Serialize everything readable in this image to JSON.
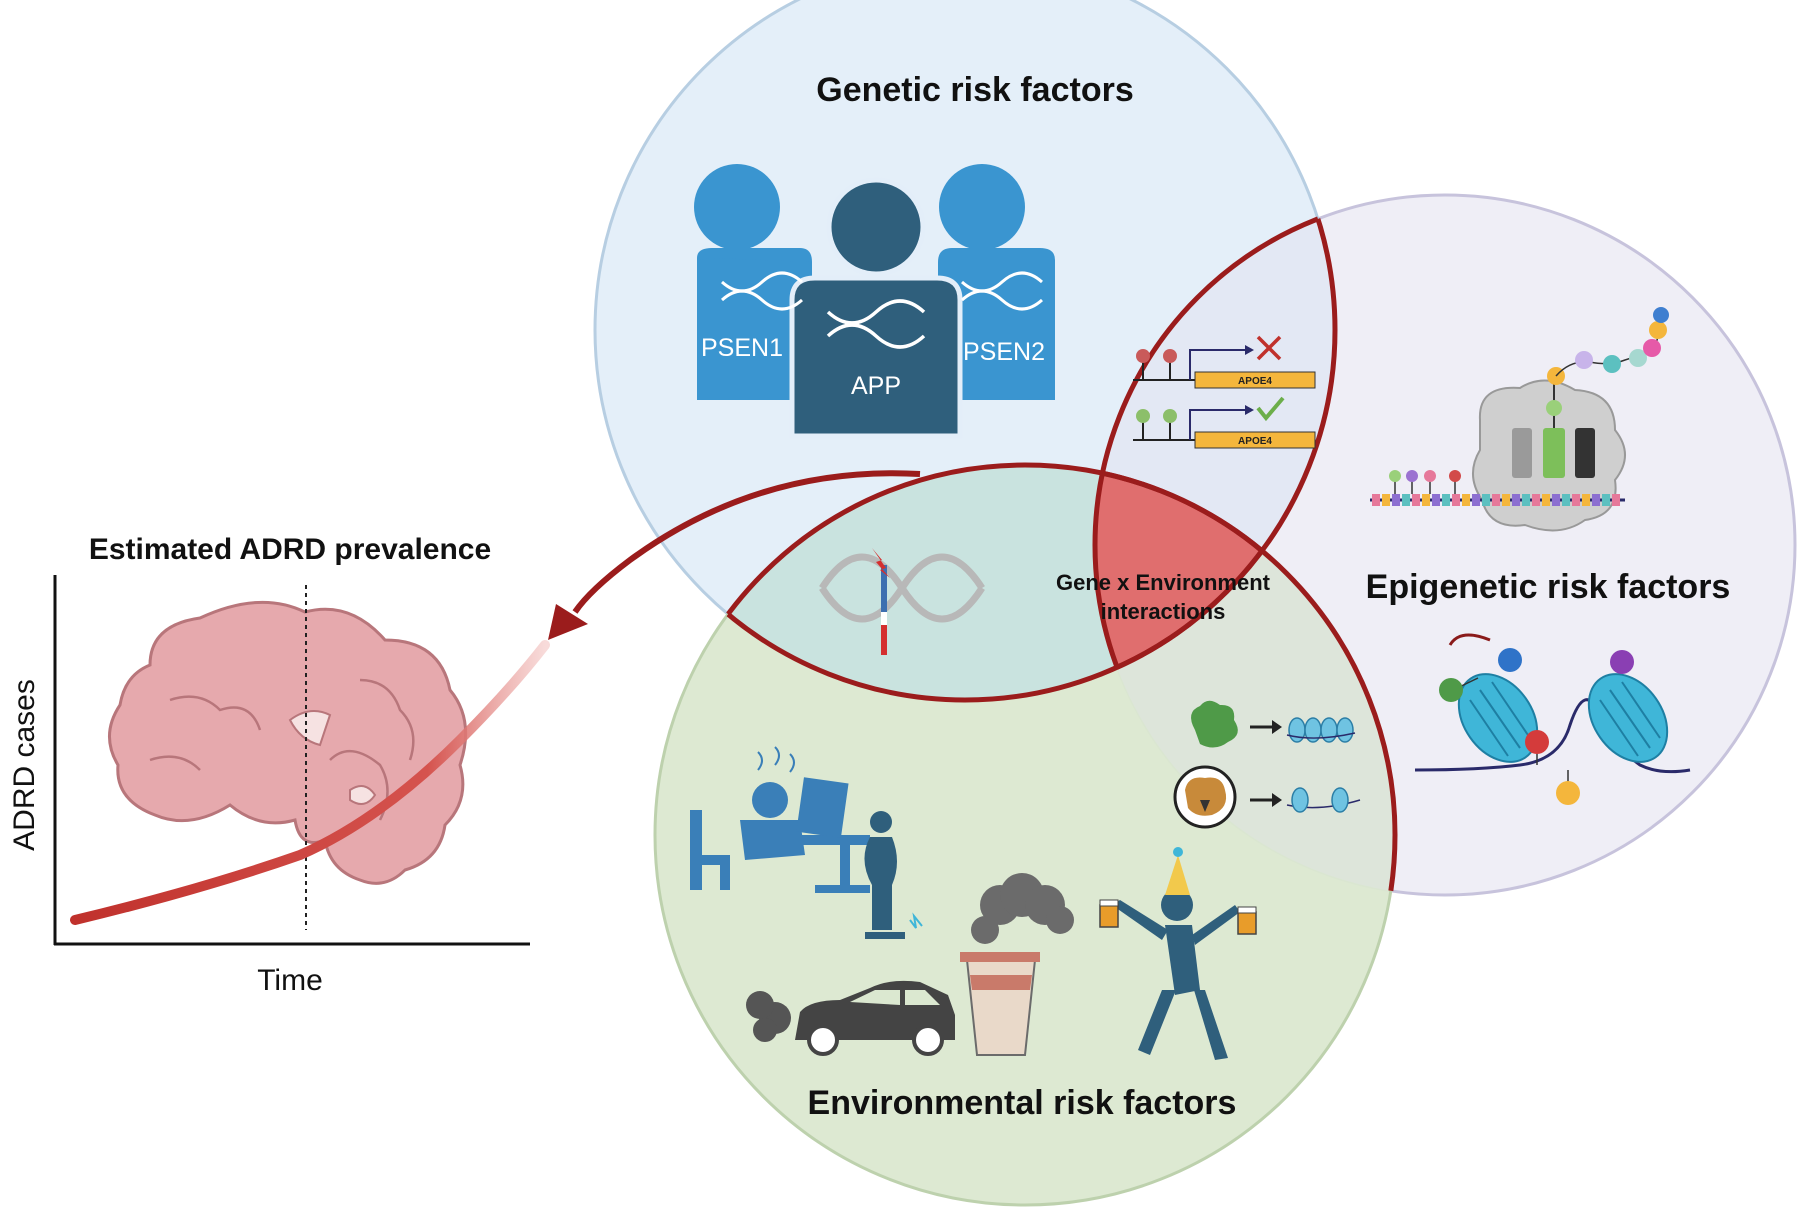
{
  "sets": {
    "genetic": {
      "title": "Genetic risk factors",
      "color": "#e3eef9"
    },
    "epigenetic": {
      "title": "Epigenetic risk factors",
      "color": "#efeef6"
    },
    "environmental": {
      "title": "Environmental risk factors",
      "color": "#dbe8d0"
    }
  },
  "intersection": {
    "line1": "Gene x Environment",
    "line2": "interactions",
    "color": "#e06e6e"
  },
  "genes": {
    "left": "PSEN1",
    "center": "APP",
    "right": "PSEN2"
  },
  "promoter": {
    "gene_top": "APOE4",
    "gene_bottom": "APOE4"
  },
  "prevalence_chart": {
    "title": "Estimated ADRD prevalence",
    "ylabel": "ADRD cases",
    "xlabel": "Time"
  },
  "colors": {
    "outline": "#9b1c1c",
    "curve": "#c0312c",
    "people_light": "#3a95d0",
    "people_dark": "#2f5f7c",
    "brain": "#e6a9ad",
    "nucleosome": "#3fb6d8"
  },
  "icons": [
    "person-icon",
    "dna-icon",
    "dna-damage-icon",
    "methylation-icon",
    "nucleosome-icon",
    "ribosome-icon",
    "stress-desk-icon",
    "obesity-scale-icon",
    "factory-smoke-icon",
    "car-exhaust-icon",
    "party-drinking-icon",
    "brain-icon",
    "check-icon",
    "cross-icon"
  ]
}
